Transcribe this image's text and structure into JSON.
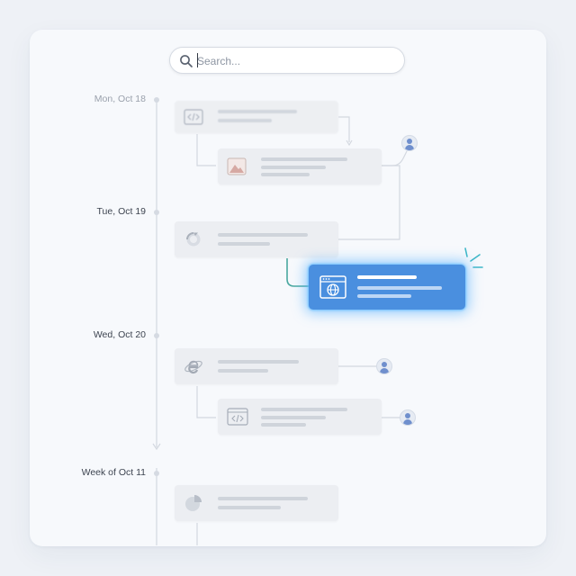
{
  "search": {
    "placeholder": "Search..."
  },
  "timeline": {
    "dates": [
      "Mon, Oct 18",
      "Tue, Oct 19",
      "Wed, Oct 20",
      "Week of Oct 11"
    ]
  },
  "items": [
    {
      "icon": "code-icon",
      "active": false
    },
    {
      "icon": "image-icon",
      "active": false
    },
    {
      "icon": "refresh-icon",
      "active": false
    },
    {
      "icon": "globe-browser-icon",
      "active": true
    },
    {
      "icon": "internet-explorer-icon",
      "active": false
    },
    {
      "icon": "code-icon",
      "active": false
    },
    {
      "icon": "pie-chart-icon",
      "active": false
    }
  ],
  "colors": {
    "background": "#eef1f6",
    "card": "#eceef2",
    "accent": "#4a8fdf",
    "glow": "#46aaff",
    "avatar": "#6f8fcd"
  }
}
